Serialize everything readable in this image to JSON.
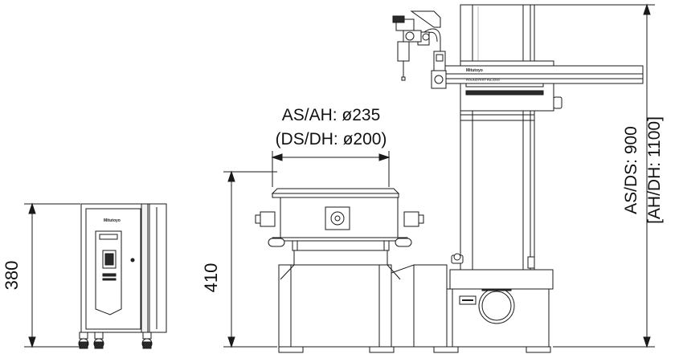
{
  "dimensions": {
    "controller_height": "380",
    "table_height": "410",
    "table_diameter_primary": "AS/AH: ø235",
    "table_diameter_secondary": "(DS/DH: ø200)",
    "column_height_primary": "AS/DS: 900",
    "column_height_secondary": "[AH/DH: 1100]"
  },
  "logos": {
    "controller_brand": "Mitutoyo",
    "head_brand": "Mitutoyo",
    "model_name": "ROUNDTEST RA-2200"
  },
  "colors": {
    "line": "#1a1a1a",
    "fill": "#ffffff",
    "shade": "#e6e6e6",
    "dark": "#2a2a2a"
  }
}
